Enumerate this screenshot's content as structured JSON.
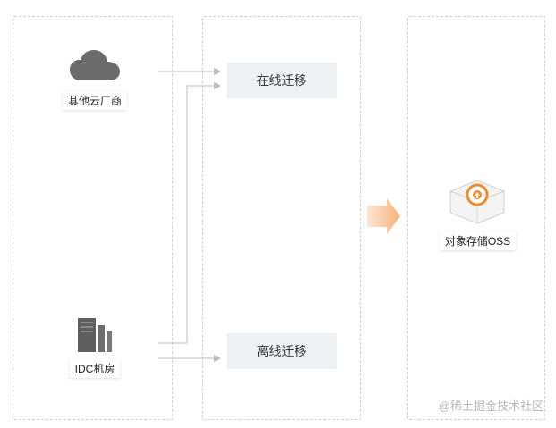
{
  "sources": {
    "cloud_label": "其他云厂商",
    "idc_label": "IDC机房"
  },
  "methods": {
    "online_label": "在线迁移",
    "offline_label": "离线迁移"
  },
  "target": {
    "oss_label": "对象存储OSS"
  },
  "watermark": "@稀土掘金技术社区",
  "colors": {
    "arrow_orange": "#f7b27a",
    "oss_orange": "#f08c2a",
    "line_gray": "#bdbdbd"
  }
}
